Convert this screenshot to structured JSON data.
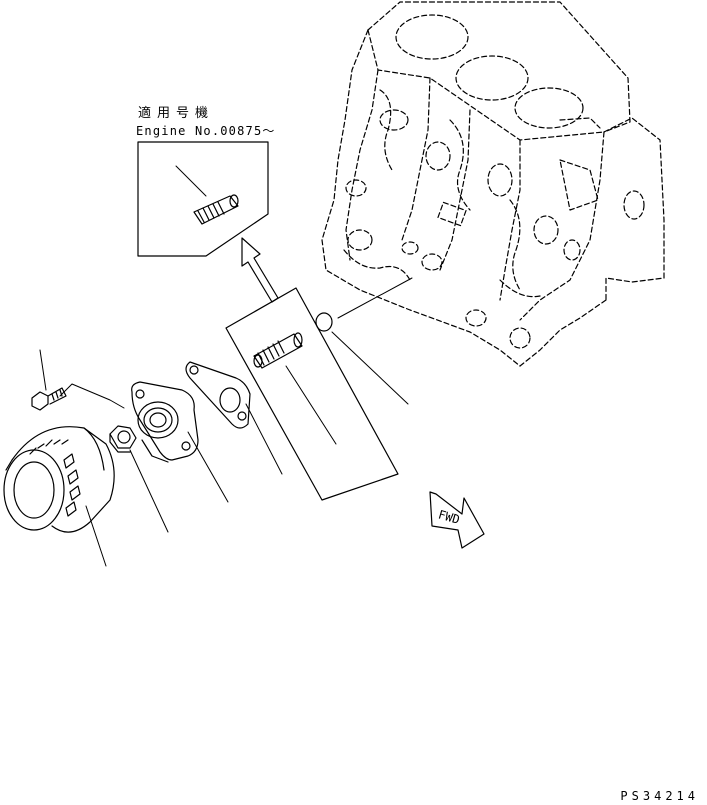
{
  "applicability": {
    "title": "適用号機",
    "engine_no": "Engine No.00875～"
  },
  "fwd_label": "FWD",
  "figure_code": "PS34214",
  "colors": {
    "line": "#000000",
    "background": "#ffffff"
  },
  "parts": [
    {
      "name": "engine-block"
    },
    {
      "name": "o-ring"
    },
    {
      "name": "relief-valve"
    },
    {
      "name": "gasket"
    },
    {
      "name": "oil-filter-head"
    },
    {
      "name": "nut"
    },
    {
      "name": "bolt"
    },
    {
      "name": "oil-filter"
    }
  ]
}
